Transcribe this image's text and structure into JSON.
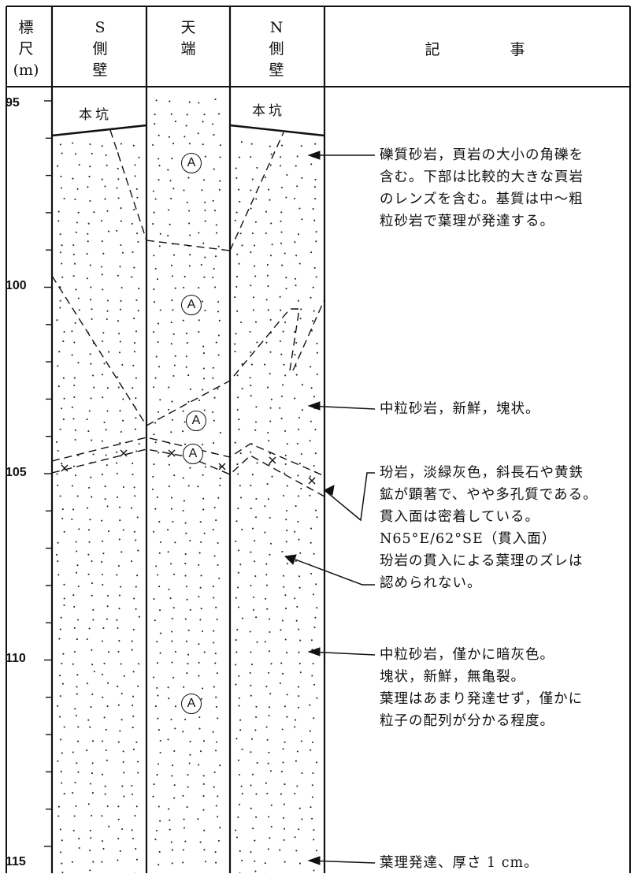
{
  "headers": {
    "scale": [
      "標",
      "尺",
      "(m)"
    ],
    "s_wall": [
      "S",
      "側",
      "壁"
    ],
    "roof": [
      "天",
      "",
      "端"
    ],
    "n_wall": [
      "N",
      "側",
      "壁"
    ],
    "notes": "記　　　事"
  },
  "depth_ticks": [
    {
      "label": "95",
      "depth": 95
    },
    {
      "label": "100",
      "depth": 100
    },
    {
      "label": "105",
      "depth": 105
    },
    {
      "label": "110",
      "depth": 110
    },
    {
      "label": "115",
      "depth": 115
    }
  ],
  "depth_range": [
    95,
    115
  ],
  "wall_labels": {
    "s": "本坑",
    "n": "本坑"
  },
  "rock_symbol": "A",
  "rock_symbol_depths": [
    96.7,
    100.5,
    103.6,
    104.5,
    111.2
  ],
  "notes": [
    {
      "id": "breccia",
      "depth": 96.7,
      "lines": [
        "礫質砂岩，頁岩の大小の角礫を",
        "含む。下部は比較的大きな頁岩",
        "のレンズを含む。基質は中〜粗",
        "粒砂岩で葉理が発達する。"
      ]
    },
    {
      "id": "medium-sand-1",
      "depth": 103.1,
      "lines": [
        "中粒砂岩，新鮮，塊状。"
      ]
    },
    {
      "id": "porphyrite",
      "depth": 104.3,
      "lines": [
        "玢岩，淡緑灰色，斜長石や黄鉄",
        "鉱が顕著で、やや多孔質である。",
        "貫入面は密着している。",
        "N65°E/62°SE（貫入面）",
        "玢岩の貫入による葉理のズレは",
        "認められない。"
      ]
    },
    {
      "id": "medium-sand-2",
      "depth": 109.7,
      "lines": [
        "中粒砂岩，僅かに暗灰色。",
        "塊状，新鮮，無亀裂。",
        "葉理はあまり発達せず，僅かに",
        "粒子の配列が分かる程度。"
      ]
    },
    {
      "id": "lamination",
      "depth": 114.6,
      "lines": [
        "葉理発達、厚さ 1 cm。"
      ]
    }
  ],
  "colors": {
    "ink": "#111111",
    "paper": "#ffffff"
  }
}
